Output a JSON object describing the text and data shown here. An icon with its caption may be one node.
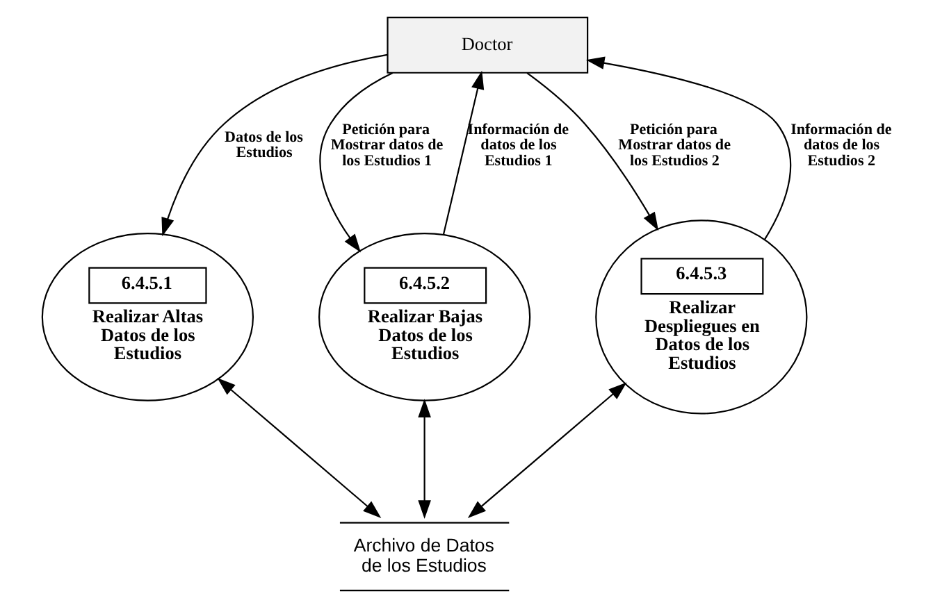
{
  "diagram": {
    "nodes": [
      {
        "text": [
          "Doctor"
        ]
      },
      {
        "text": [
          "6.4.5.1",
          "Realizar Altas Datos de los Estudios"
        ]
      },
      {
        "text": [
          "6.4.5.2",
          "Realizar Bajas Datos de los Estudios"
        ]
      },
      {
        "text": [
          "6.4.5.3",
          "Realizar Despliegues en Datos de los Estudios"
        ]
      },
      {
        "text": [
          "Archivo de Datos de los Estudios"
        ]
      }
    ],
    "edges": [
      {
        "from": 0,
        "to": 1,
        "arrow": "to",
        "label": "Datos de los Estudios"
      },
      {
        "from": 2,
        "to": 0,
        "arrow": "to",
        "label": "Información de datos de los Estudios 1"
      },
      {
        "from": 0,
        "to": 2,
        "arrow": "to",
        "label": "Petición para Mostrar datos de los Estudios 1"
      },
      {
        "from": 3,
        "to": 0,
        "arrow": "to",
        "label": "Información de datos de los Estudios 2"
      },
      {
        "from": 0,
        "to": 3,
        "arrow": "to",
        "label": "Petición para Mostrar datos de los Estudios 2"
      },
      {
        "from": 1,
        "to": 4,
        "arrow": "both"
      },
      {
        "from": 2,
        "to": 4,
        "arrow": "both"
      },
      {
        "from": 3,
        "to": 4,
        "arrow": "both"
      }
    ]
  }
}
